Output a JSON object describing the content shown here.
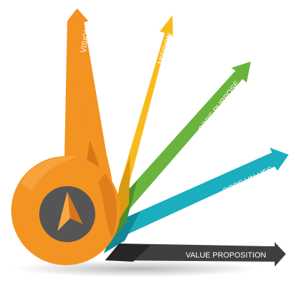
{
  "diagram": {
    "arrows": [
      {
        "label": "VISION",
        "color": "#f39321",
        "shade": "#d9761a"
      },
      {
        "label": "MISSION",
        "color": "#f9bb1c",
        "shade": "#d99a12"
      },
      {
        "label": "CORE PURPOSE",
        "color": "#6ab43e",
        "shade": "#4d8d2c"
      },
      {
        "label": "CORE VALUES",
        "color": "#1aaebf",
        "shade": "#128896"
      },
      {
        "label": "VALUE PROPOSITION",
        "color": "#3f3f3f",
        "shade": "#262626"
      }
    ],
    "center": {
      "icon": "compass-arrow-icon",
      "ring_color": "#f39321",
      "hub_color": "#555555"
    }
  }
}
